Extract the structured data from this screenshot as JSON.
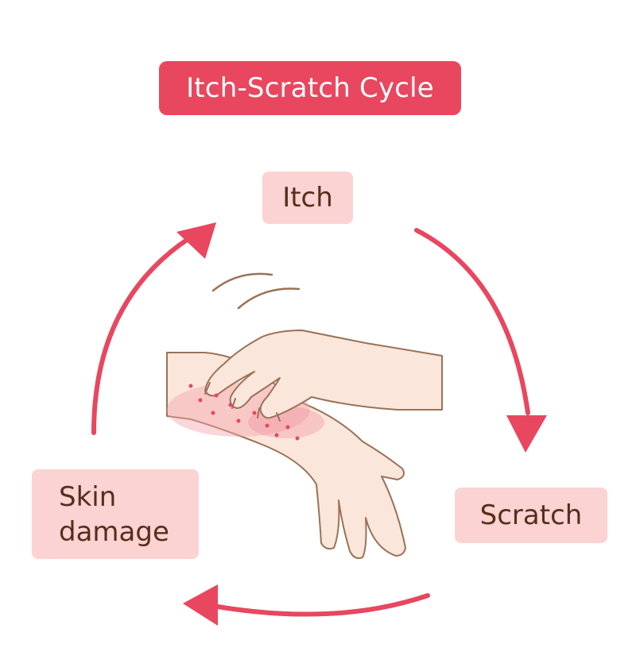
{
  "title": "Itch-Scratch Cycle",
  "nodes": {
    "itch": "Itch",
    "scratch": "Scratch",
    "skin_damage_line1": "Skin",
    "skin_damage_line2": "damage"
  },
  "colors": {
    "accent": "#e8475f",
    "node_fill": "#fbd3d3",
    "node_text": "#5a2d1a",
    "skin": "#fbe6dc",
    "skin_outline": "#9a7256",
    "irritation": "#f4a3ae"
  },
  "icons": [
    "cycle-arrow-icon",
    "scratching-hand-icon",
    "motion-lines-icon"
  ]
}
